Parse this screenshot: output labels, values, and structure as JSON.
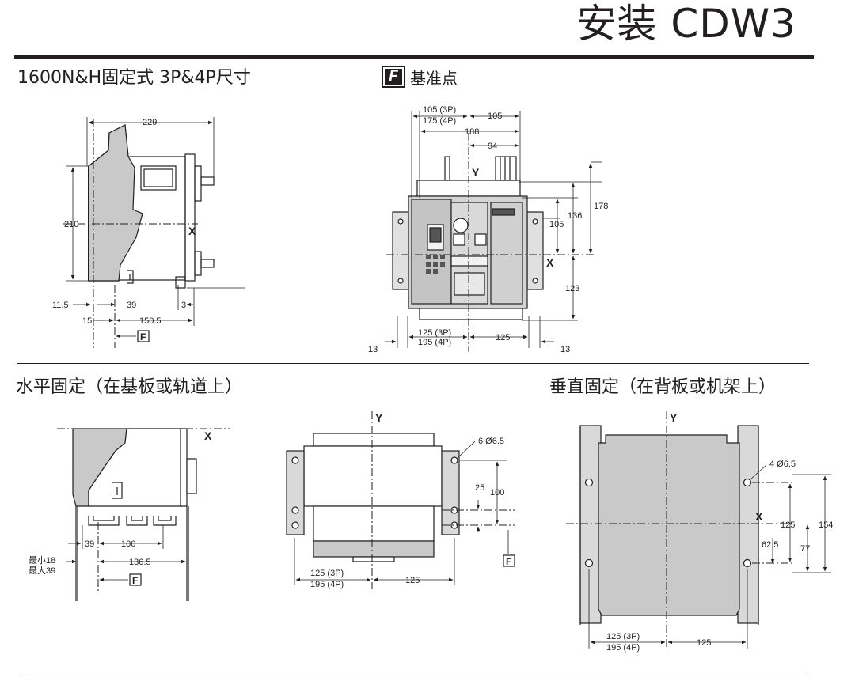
{
  "title": "安装 CDW3",
  "sections": {
    "dimensions": "1600N&H固定式 3P&4P尺寸",
    "reference_point": "基准点",
    "reference_symbol": "F",
    "horizontal": "水平固定（在基板或轨道上）",
    "vertical": "垂直固定（在背板或机架上）"
  },
  "axes": {
    "x": "X",
    "y": "Y"
  },
  "side_view": {
    "width_229": "229",
    "height_210": "210",
    "d_11_5": "11.5",
    "d_39": "39",
    "d_3": "3",
    "d_15": "15",
    "d_150_5": "150.5"
  },
  "front_view": {
    "w_105_3p": "105 (3P)",
    "w_175_4p": "175 (4P)",
    "w_105": "105",
    "w_188": "188",
    "w_94": "94",
    "h_178": "178",
    "h_136": "136",
    "h_105": "105",
    "h_123": "123",
    "b_125_3p": "125 (3P)",
    "b_195_4p": "195 (4P)",
    "b_125": "125",
    "b_13_left": "13",
    "b_13_right": "13"
  },
  "horizontal_mount": {
    "d_39": "39",
    "d_100": "100",
    "d_136_5": "136.5",
    "min_18": "最小18",
    "max_39": "最大39"
  },
  "horizontal_plate": {
    "holes": "6 Ø6.5",
    "d_25": "25",
    "d_100": "100",
    "b_125_3p": "125 (3P)",
    "b_195_4p": "195 (4P)",
    "b_125": "125"
  },
  "vertical_mount": {
    "holes": "4 Ø6.5",
    "d_125": "125",
    "d_154": "154",
    "d_62_5": "62.5",
    "d_77": "77",
    "b_125_3p": "125 (3P)",
    "b_195_4p": "195 (4P)",
    "b_125": "125"
  }
}
